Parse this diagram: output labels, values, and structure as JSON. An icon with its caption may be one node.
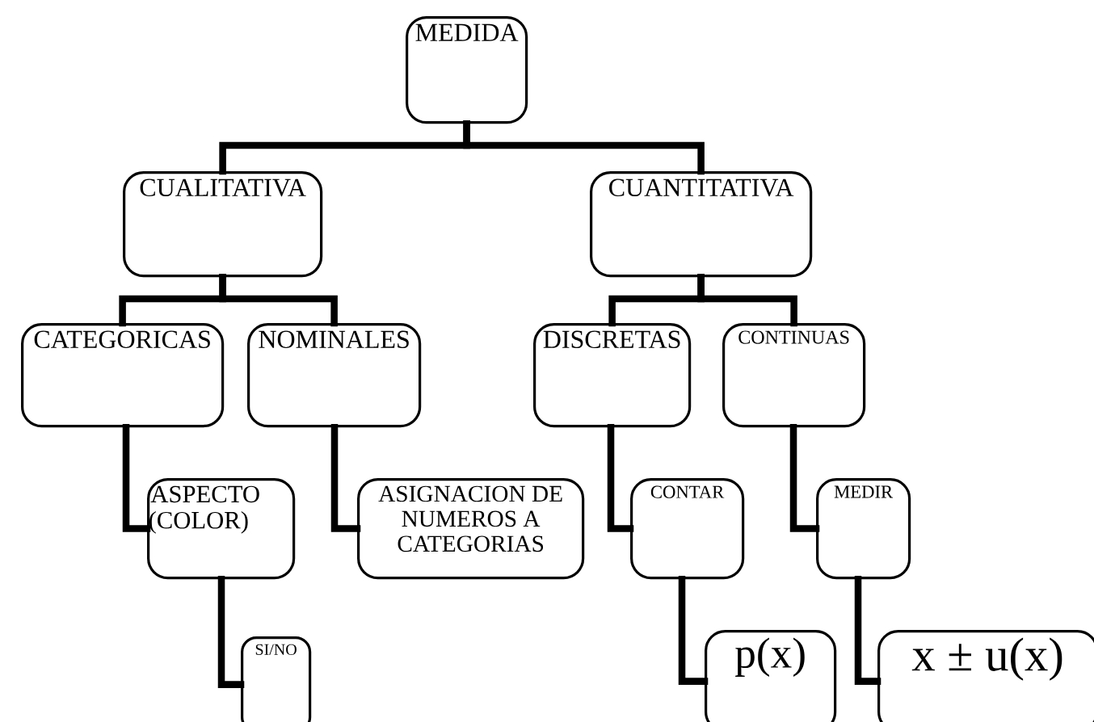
{
  "diagram": {
    "nodes": [
      {
        "text": [
          "MEDIDA"
        ]
      },
      {
        "text": [
          "CUALITATIVA"
        ]
      },
      {
        "text": [
          "CUANTITATIVA"
        ]
      },
      {
        "text": [
          "CATEGORICAS"
        ]
      },
      {
        "text": [
          "NOMINALES"
        ]
      },
      {
        "text": [
          "DISCRETAS"
        ]
      },
      {
        "text": [
          "CONTINUAS"
        ]
      },
      {
        "text": [
          "ASPECTO (COLOR)"
        ]
      },
      {
        "text": [
          "ASIGNACION DE NUMEROS A CATEGORIAS"
        ]
      },
      {
        "text": [
          "CONTAR"
        ]
      },
      {
        "text": [
          "MEDIR"
        ]
      },
      {
        "text": [
          "SI/NO"
        ]
      },
      {
        "text": [
          "p(x)"
        ]
      },
      {
        "text": [
          "x ± u(x)"
        ]
      }
    ],
    "edges": [
      {
        "from": 0,
        "to": 1,
        "arrow": "none"
      },
      {
        "from": 0,
        "to": 2,
        "arrow": "none"
      },
      {
        "from": 1,
        "to": 3,
        "arrow": "none"
      },
      {
        "from": 1,
        "to": 4,
        "arrow": "none"
      },
      {
        "from": 2,
        "to": 5,
        "arrow": "none"
      },
      {
        "from": 2,
        "to": 6,
        "arrow": "none"
      },
      {
        "from": 3,
        "to": 7,
        "arrow": "none"
      },
      {
        "from": 4,
        "to": 8,
        "arrow": "none"
      },
      {
        "from": 5,
        "to": 9,
        "arrow": "none"
      },
      {
        "from": 6,
        "to": 10,
        "arrow": "none"
      },
      {
        "from": 7,
        "to": 11,
        "arrow": "none"
      },
      {
        "from": 9,
        "to": 12,
        "arrow": "none"
      },
      {
        "from": 10,
        "to": 13,
        "arrow": "none"
      }
    ]
  }
}
